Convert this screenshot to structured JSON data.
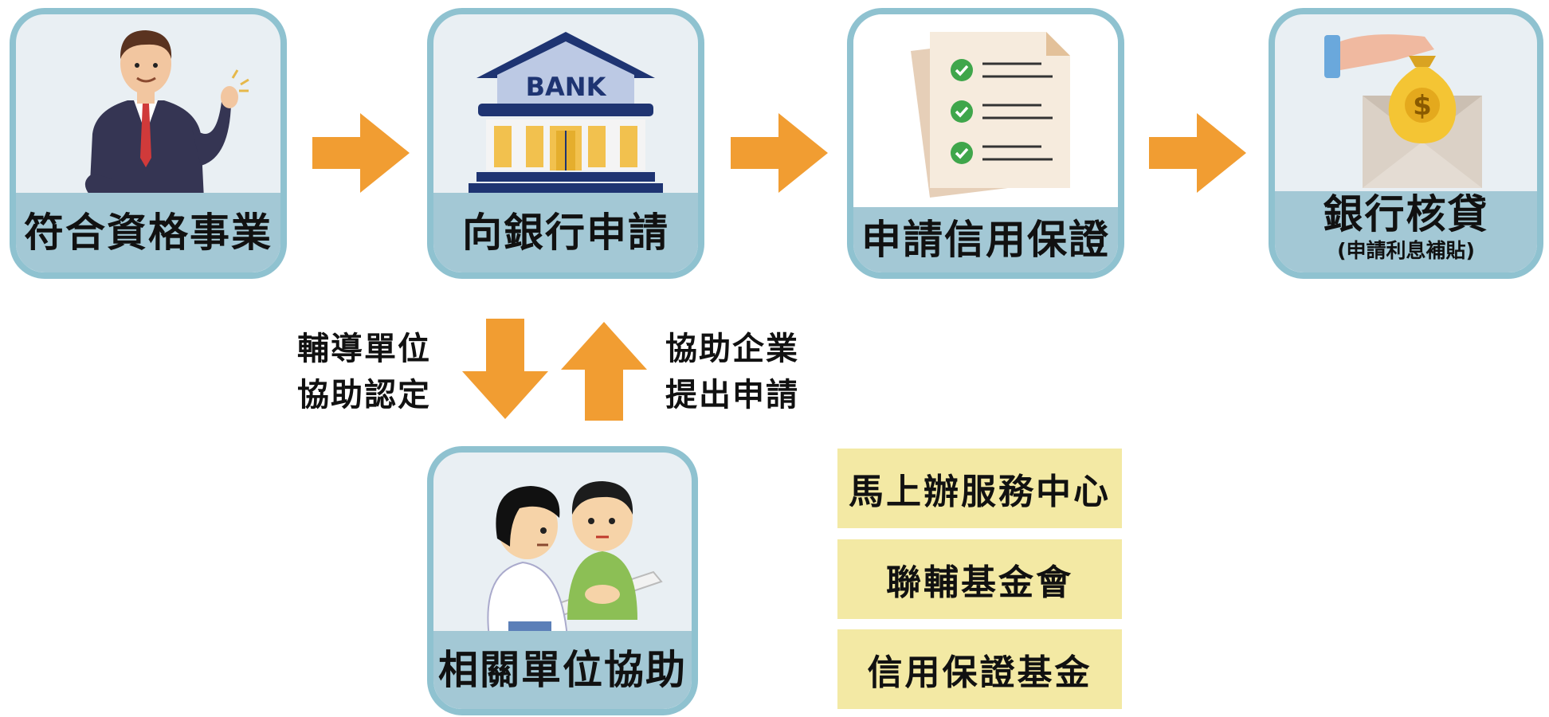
{
  "steps": [
    {
      "label": "符合資格事業",
      "icon": "businessman-icon"
    },
    {
      "label": "向銀行申請",
      "icon": "bank-icon",
      "sign": "BANK"
    },
    {
      "label": "申請信用保證",
      "icon": "checklist-document-icon"
    },
    {
      "label": "銀行核貸",
      "sublabel": "(申請利息補貼)",
      "icon": "money-bag-envelope-icon"
    }
  ],
  "support_unit": {
    "label": "相關單位協助",
    "icon": "consultation-icon"
  },
  "notes": {
    "down": [
      "輔導單位",
      "協助認定"
    ],
    "up": [
      "協助企業",
      "提出申請"
    ]
  },
  "organizations": [
    "馬上辦服務中心",
    "聯輔基金會",
    "信用保證基金"
  ],
  "colors": {
    "arrow": "#f19d32",
    "card_border": "#8fc2d0",
    "card_label_bg": "#a3c8d5",
    "org_bg": "#f3e9a4"
  }
}
